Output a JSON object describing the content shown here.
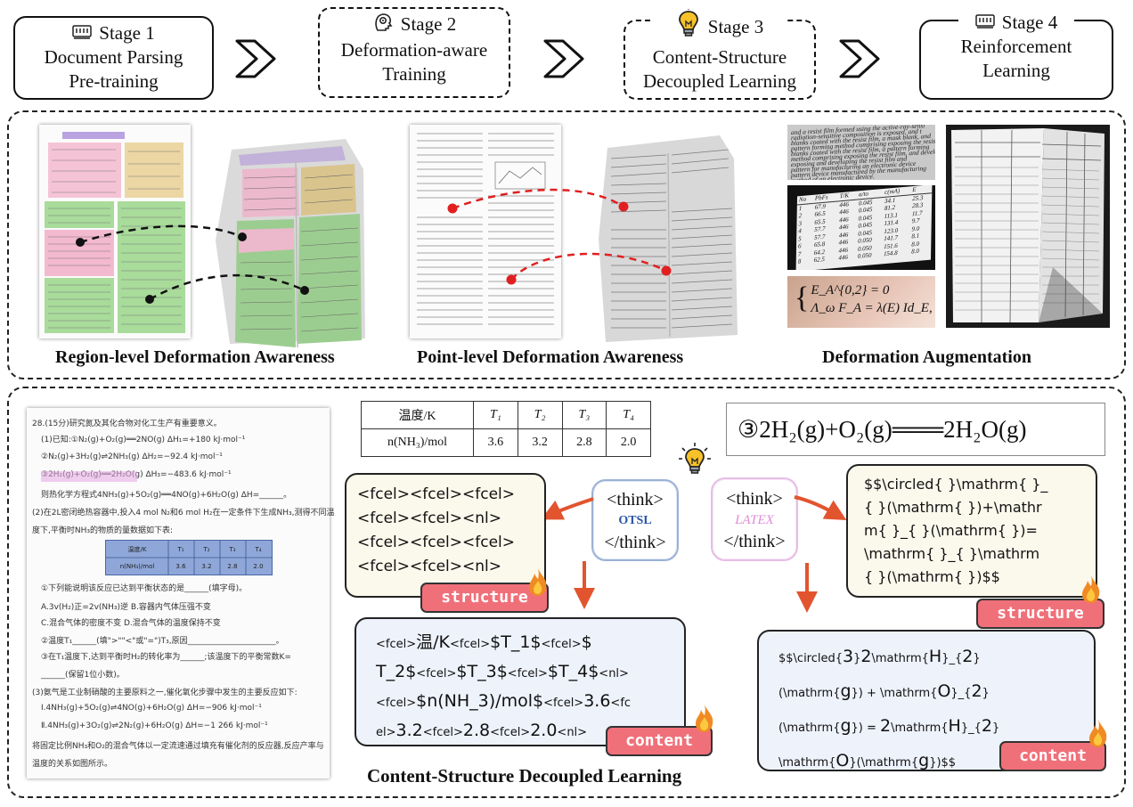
{
  "stages": [
    {
      "label": "Stage 1",
      "lines": [
        "Document Parsing",
        "Pre-training"
      ],
      "icon": "chip-icon"
    },
    {
      "label": "Stage 2",
      "lines": [
        "Deformation-aware",
        "Training"
      ],
      "icon": "gear-head-icon"
    },
    {
      "label": "Stage 3",
      "lines": [
        "Content-Structure",
        "Decoupled Learning"
      ],
      "icon": "lightbulb-icon"
    },
    {
      "label": "Stage 4",
      "lines": [
        "Reinforcement",
        "Learning"
      ],
      "icon": "chip-icon"
    }
  ],
  "deformation_panel": {
    "captions": [
      "Region-level Deformation Awareness",
      "Point-level Deformation Awareness",
      "Deformation Augmentation"
    ],
    "aug_text_lines": [
      "and a resist film formed using the active-ray-sensi",
      "radiation-sensitive composition is exposed, and t",
      "blanks coated with the resist film, a mask blank, and",
      "pattern forming method comprising exposing the resist film",
      "blanks coated with the resist film, a pattern forming",
      "method comprising exposing the resist film, and developing",
      "exposing and developing the resist film and",
      "pattern for manufacturing an electronic device",
      "pattern device manufactured by the manufacturing",
      "method of an electronic device."
    ],
    "aug_table": {
      "header": [
        "No",
        "PbFs",
        "T/K",
        "a/to",
        "c(mA)",
        "E"
      ],
      "rows": [
        [
          "1",
          "67.9",
          "446",
          "0.045",
          "34.1",
          "25.3"
        ],
        [
          "2",
          "66.5",
          "446",
          "0.045",
          "81.2",
          "28.3"
        ],
        [
          "3",
          "65.5",
          "446",
          "0.045",
          "113.1",
          "11.7"
        ],
        [
          "4",
          "57.7",
          "446",
          "0.045",
          "131.4",
          "9.7"
        ],
        [
          "5",
          "57.7",
          "446",
          "0.045",
          "123.0",
          "9.0"
        ],
        [
          "6",
          "65.8",
          "446",
          "0.050",
          "141.7",
          "8.1"
        ],
        [
          "7",
          "64.2",
          "446",
          "0.050",
          "151.6",
          "8.0"
        ],
        [
          "8",
          "62.5",
          "446",
          "0.050",
          "154.8",
          "8.0"
        ]
      ]
    },
    "aug_formula": [
      "E_A^{0,2} = 0",
      "Λ_ω F_A = λ(E) Id_E,"
    ]
  },
  "content_panel": {
    "caption": "Content-Structure Decoupled Learning",
    "table": {
      "header": [
        "温度/K",
        "T₁",
        "T₂",
        "T₃",
        "T₄"
      ],
      "row_label": "n(NH₃)/mol",
      "row_values": [
        "3.6",
        "3.2",
        "2.8",
        "2.0"
      ]
    },
    "equation": "③2H₂(g)+O₂(g)═══2H₂O(g)",
    "think_otsl": {
      "open": "<think>",
      "name": "OTSL",
      "close": "</think>",
      "color": "#2a56a8"
    },
    "think_latex": {
      "open": "<think>",
      "name": "LATEX",
      "close": "</think>",
      "color": "#e08ad8"
    },
    "otsl_structure_lines": [
      "<fcel><fcel><fcel>",
      "<fcel><fcel><nl>",
      "<fcel><fcel><fcel>",
      "<fcel><fcel><nl>"
    ],
    "otsl_content_lines": [
      [
        {
          "s": "<fcel>",
          "t": "s"
        },
        {
          "s": "温/K",
          "t": "b"
        },
        {
          "s": "<fcel>",
          "t": "s"
        },
        {
          "s": "$T_1$",
          "t": "b"
        },
        {
          "s": "<fcel>",
          "t": "s"
        },
        {
          "s": "$",
          "t": "b"
        }
      ],
      [
        {
          "s": "T_2$",
          "t": "b"
        },
        {
          "s": "<fcel>",
          "t": "s"
        },
        {
          "s": "$T_3$",
          "t": "b"
        },
        {
          "s": "<fcel>",
          "t": "s"
        },
        {
          "s": "$T_4$",
          "t": "b"
        },
        {
          "s": "<nl>",
          "t": "s"
        }
      ],
      [
        {
          "s": "<fcel>",
          "t": "s"
        },
        {
          "s": "$n(NH_3)/mol$",
          "t": "b"
        },
        {
          "s": "<fcel>",
          "t": "s"
        },
        {
          "s": "3.6",
          "t": "b"
        },
        {
          "s": "<fc",
          "t": "s"
        }
      ],
      [
        {
          "s": "el>",
          "t": "s"
        },
        {
          "s": "3.2",
          "t": "b"
        },
        {
          "s": "<fcel>",
          "t": "s"
        },
        {
          "s": "2.8",
          "t": "b"
        },
        {
          "s": "<fcel>",
          "t": "s"
        },
        {
          "s": "2.0",
          "t": "b"
        },
        {
          "s": "<nl>",
          "t": "s"
        }
      ]
    ],
    "latex_structure_lines": [
      "$$\\circled{ }\\mathrm{ }_",
      "{ }(\\mathrm{ })+\\mathr",
      "m{ }_{ }(\\mathrm{ })=",
      "\\mathrm{ }_{ }\\mathrm",
      "{ }(\\mathrm{ })$$"
    ],
    "latex_content_lines": [
      [
        {
          "s": "$$\\circled{",
          "t": "s"
        },
        {
          "s": "3",
          "t": "b"
        },
        {
          "s": "}",
          "t": "s"
        },
        {
          "s": "2",
          "t": "b"
        },
        {
          "s": "\\mathrm{",
          "t": "s"
        },
        {
          "s": "H",
          "t": "b"
        },
        {
          "s": "}_{",
          "t": "s"
        },
        {
          "s": "2",
          "t": "b"
        },
        {
          "s": "}",
          "t": "s"
        }
      ],
      [
        {
          "s": "(\\mathrm{",
          "t": "s"
        },
        {
          "s": "g",
          "t": "b"
        },
        {
          "s": "}) + \\mathrm{",
          "t": "s"
        },
        {
          "s": "O",
          "t": "b"
        },
        {
          "s": "}_{",
          "t": "s"
        },
        {
          "s": "2",
          "t": "b"
        },
        {
          "s": "}",
          "t": "s"
        }
      ],
      [
        {
          "s": "(\\mathrm{",
          "t": "s"
        },
        {
          "s": "g",
          "t": "b"
        },
        {
          "s": "}) =  ",
          "t": "s"
        },
        {
          "s": "2",
          "t": "b"
        },
        {
          "s": "\\mathrm{",
          "t": "s"
        },
        {
          "s": "H",
          "t": "b"
        },
        {
          "s": "}_{",
          "t": "s"
        },
        {
          "s": "2",
          "t": "b"
        },
        {
          "s": "}",
          "t": "s"
        }
      ],
      [
        {
          "s": "\\mathrm{",
          "t": "s"
        },
        {
          "s": "O",
          "t": "b"
        },
        {
          "s": "}(\\mathrm{",
          "t": "s"
        },
        {
          "s": "g",
          "t": "b"
        },
        {
          "s": "})$$",
          "t": "s"
        }
      ]
    ],
    "tags": {
      "structure": "structure",
      "content": "content"
    },
    "exam_lines": [
      "28.(15分)研究氮及其化合物对化工生产有重要意义。",
      "(1)已知:①N₂(g)+O₂(g)══2NO(g)  ΔH₁=+180 kJ·mol⁻¹",
      "②N₂(g)+3H₂(g)⇌2NH₃(g)  ΔH₂=−92.4 kJ·mol⁻¹",
      "③2H₂(g)+O₂(g)══2H₂O(g)  ΔH₃=−483.6 kJ·mol⁻¹",
      "则热化学方程式4NH₃(g)+5O₂(g)══4NO(g)+6H₂O(g)  ΔH=______。",
      "(2)在2L密闭绝热容器中,投入4 mol N₂和6 mol H₂在一定条件下生成NH₃,测得不同温",
      "度下,平衡时NH₃的物质的量数据如下表:",
      "①下列能说明该反应已达到平衡状态的是______(填字母)。",
      "A.3v(H₂)正=2v(NH₃)逆          B.容器内气体压强不变",
      "C.混合气体的密度不变            D.混合气体的温度保持不变",
      "②温度T₁______(填\">\"\"<\"或\"=\")T₃,原因______________________。",
      "③在T₁温度下,达到平衡时H₂的转化率为______;该温度下的平衡常数K=",
      "______(保留1位小数)。",
      "(3)氨气是工业制硝酸的主要原料之一,催化氧化步骤中发生的主要反应如下:",
      "Ⅰ.4NH₃(g)+5O₂(g)⇌4NO(g)+6H₂O(g)  ΔH=−906 kJ·mol⁻¹",
      "Ⅱ.4NH₃(g)+3O₂(g)⇌2N₂(g)+6H₂O(g)  ΔH=−1 266 kJ·mol⁻¹",
      "将固定比例NH₃和O₂的混合气体以一定流速通过填充有催化剂的反应器,反应产率与",
      "温度的关系如图所示。"
    ]
  }
}
